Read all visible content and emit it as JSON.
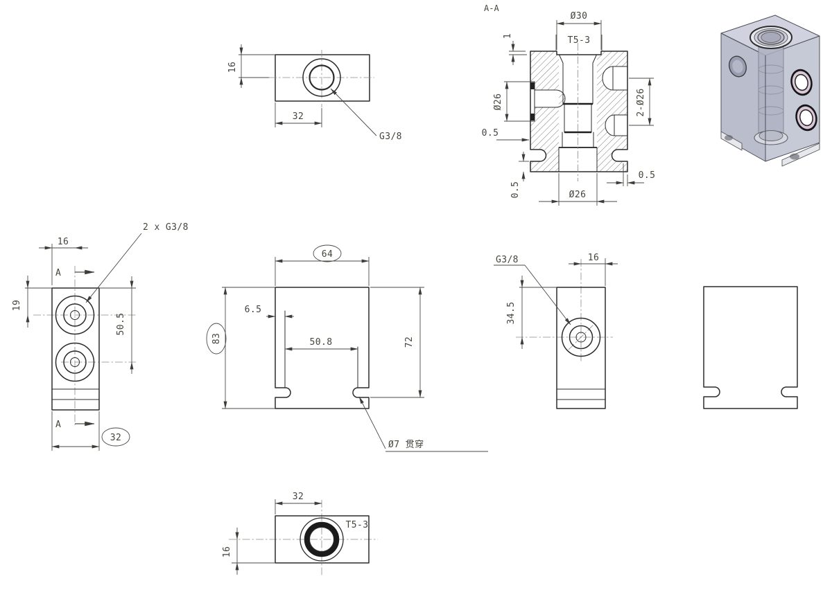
{
  "drawing": {
    "section_title": "A-A",
    "top_view": {
      "dim_height": "16",
      "dim_width": "32",
      "thread_label": "G3/8"
    },
    "section_view": {
      "dim_counterbore": "Ø30",
      "thread_label": "T5-3",
      "dim_depth": "1",
      "dim_left_port": "Ø26",
      "dim_right_ports": "2-Ø26",
      "dim_offset_left": "0.5",
      "dim_offset_bottom_left": "0.5",
      "dim_bottom_port": "Ø26",
      "dim_offset_bottom_right": "0.5"
    },
    "left_view": {
      "ports_label": "2 x G3/8",
      "dim_width": "16",
      "dim_port_top": "19",
      "dim_port_span": "50.5",
      "dim_ref_depth": "32",
      "section_marker_top": "A",
      "section_marker_bottom": "A"
    },
    "front_view": {
      "dim_ref_width": "64",
      "dim_ref_height": "83",
      "dim_slot_offset": "6.5",
      "dim_slot_span": "50.8",
      "dim_body_height": "72",
      "slot_hole_note": "Ø7 贯穿"
    },
    "back_view": {
      "thread_label": "G3/8",
      "dim_width": "16",
      "dim_port_height": "34.5"
    },
    "bottom_view": {
      "dim_width": "32",
      "dim_height": "16",
      "thread_label": "T5-3"
    }
  }
}
